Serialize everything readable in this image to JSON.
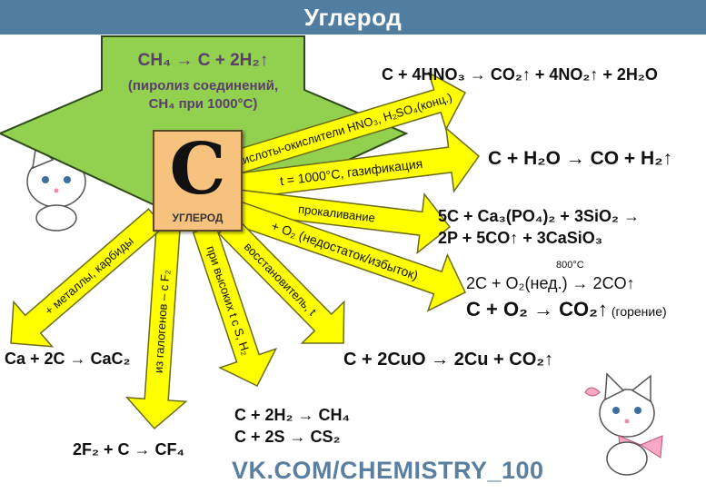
{
  "header": {
    "title": "Углерод"
  },
  "source_box": {
    "reaction": "CH₄ → C + 2H₂↑",
    "note_line1": "(пиролиз соединений,",
    "note_line2": "CH₄ при 1000°C)"
  },
  "element": {
    "symbol": "C",
    "name": "УГЛЕРОД"
  },
  "arrows": [
    {
      "label": "кислоты-окислители HNO₃, H₂SO₄(конц.)"
    },
    {
      "label": "t = 1000°C, газификация"
    },
    {
      "label": "прокаливание"
    },
    {
      "label": "+ O₂ (недостаток/избыток)"
    },
    {
      "label": "восстановитель, t"
    },
    {
      "label": "при высоких t с S, H₂"
    },
    {
      "label": "из галогенов – с F₂"
    },
    {
      "label": "+ металлы, карбиды"
    }
  ],
  "equations": {
    "nitric": "C + 4HNO₃ → CO₂↑ + 4NO₂↑ + 2H₂O",
    "water": "C + H₂O → CO + H₂↑",
    "phosphate_1": "5C + Ca₃(PO₄)₂ + 3SiO₂ →",
    "phosphate_2": "2P + 5CO↑ + 3CaSiO₃",
    "oxygen_temp": "800°C",
    "oxygen_lack": "2C + O₂(нед.) → 2CO↑",
    "combustion": "C + O₂ → CO₂↑",
    "combustion_note": "(горение)",
    "copper": "C + 2CuO → 2Cu + CO₂↑",
    "carbide": "Ca + 2C → CaC₂",
    "hydrogen": "C + 2H₂ → CH₄",
    "sulfur": "C + 2S → CS₂",
    "fluorine": "2F₂ + C → CF₄"
  },
  "watermark": "VK.COM/CHEMISTRY_100",
  "colors": {
    "header": "#517ea0",
    "green_arrow": "#92d050",
    "yellow_arrow": "#ffff00",
    "element_box": "#f6c27d"
  }
}
